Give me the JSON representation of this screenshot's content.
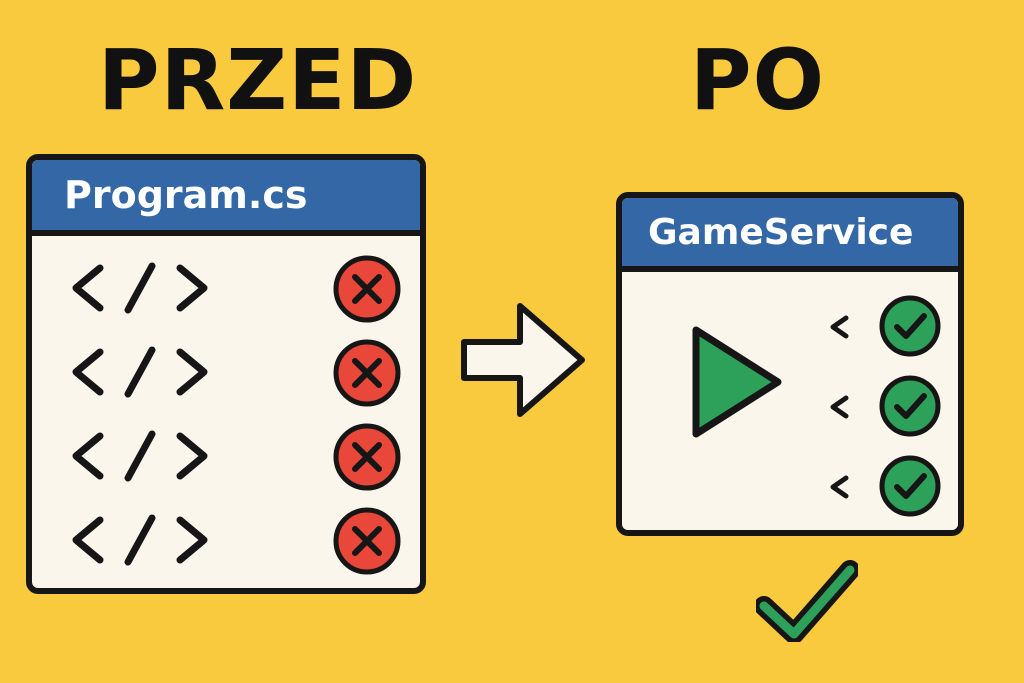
{
  "before": {
    "heading": "PRZED",
    "window_title": "Program.cs",
    "row_count": 4
  },
  "after": {
    "heading": "PO",
    "window_title": "GameService",
    "row_count": 3
  },
  "colors": {
    "background": "#F9C93E",
    "titlebar": "#3467A6",
    "error": "#E8473A",
    "success": "#2DA05A",
    "outline": "#161616",
    "window_body": "#FBF6EC"
  },
  "icons": {
    "code": "code-brackets-icon",
    "error": "x-circle-icon",
    "success": "check-circle-icon",
    "play": "play-icon",
    "arrow": "arrow-right-icon"
  }
}
